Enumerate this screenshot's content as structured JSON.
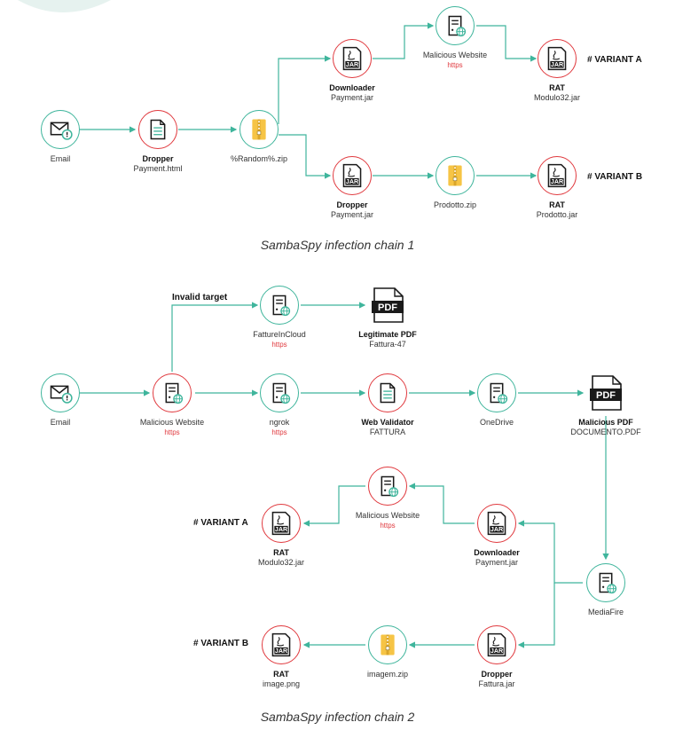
{
  "colors": {
    "teal": "#3fb59c",
    "red": "#e0393e",
    "link_red": "#e0393e",
    "folder_yellow": "#f6c445",
    "icon_dark": "#1a1a1a"
  },
  "chain1": {
    "caption": "SambaSpy infection chain 1",
    "nodes": [
      {
        "id": "email",
        "icon": "mail-alert-icon",
        "border": "teal",
        "title": "",
        "subtitle": "Email",
        "link": ""
      },
      {
        "id": "dropper-html",
        "icon": "document-icon",
        "border": "red",
        "title": "Dropper",
        "subtitle": "Payment.html",
        "link": ""
      },
      {
        "id": "random-zip",
        "icon": "zip-folder-icon",
        "border": "teal",
        "title": "",
        "subtitle": "%Random%.zip",
        "link": ""
      },
      {
        "id": "downloader",
        "icon": "jar-file-icon",
        "border": "red",
        "title": "Downloader",
        "subtitle": "Payment.jar",
        "link": ""
      },
      {
        "id": "malicious-website-a",
        "icon": "web-server-icon",
        "border": "teal",
        "title": "",
        "subtitle": "Malicious Website",
        "link": "https"
      },
      {
        "id": "rat-a",
        "icon": "jar-file-icon",
        "border": "red",
        "title": "RAT",
        "subtitle": "Modulo32.jar",
        "link": ""
      },
      {
        "id": "dropper-jar",
        "icon": "jar-file-icon",
        "border": "red",
        "title": "Dropper",
        "subtitle": "Payment.jar",
        "link": ""
      },
      {
        "id": "prodotto-zip",
        "icon": "zip-folder-icon",
        "border": "teal",
        "title": "",
        "subtitle": "Prodotto.zip",
        "link": ""
      },
      {
        "id": "rat-b",
        "icon": "jar-file-icon",
        "border": "red",
        "title": "RAT",
        "subtitle": "Prodotto.jar",
        "link": ""
      }
    ],
    "variants": [
      {
        "id": "variant-a",
        "label": "# VARIANT A"
      },
      {
        "id": "variant-b",
        "label": "# VARIANT B"
      }
    ]
  },
  "chain2": {
    "caption": "SambaSpy infection chain 2",
    "invalid_target": "Invalid target",
    "nodes": [
      {
        "id": "email",
        "icon": "mail-alert-icon",
        "border": "teal",
        "title": "",
        "subtitle": "Email",
        "link": ""
      },
      {
        "id": "malicious-website",
        "icon": "web-server-icon",
        "border": "red",
        "title": "",
        "subtitle": "Malicious Website",
        "link": "https"
      },
      {
        "id": "fattureincloud",
        "icon": "web-server-icon",
        "border": "teal",
        "title": "",
        "subtitle": "FattureInCloud",
        "link": "https"
      },
      {
        "id": "legit-pdf",
        "icon": "pdf-icon",
        "border": "none",
        "title": "Legitimate PDF",
        "subtitle": "Fattura-47",
        "link": ""
      },
      {
        "id": "ngrok",
        "icon": "web-server-icon",
        "border": "teal",
        "title": "",
        "subtitle": "ngrok",
        "link": "https"
      },
      {
        "id": "web-validator",
        "icon": "document-icon",
        "border": "red",
        "title": "Web Validator",
        "subtitle": "FATTURA",
        "link": ""
      },
      {
        "id": "onedrive",
        "icon": "web-server-icon",
        "border": "teal",
        "title": "",
        "subtitle": "OneDrive",
        "link": ""
      },
      {
        "id": "malicious-pdf",
        "icon": "pdf-icon",
        "border": "none",
        "title": "Malicious PDF",
        "subtitle": "DOCUMENTO.PDF",
        "link": ""
      },
      {
        "id": "mediafire",
        "icon": "web-server-icon",
        "border": "teal",
        "title": "",
        "subtitle": "MediaFire",
        "link": ""
      },
      {
        "id": "downloader",
        "icon": "jar-file-icon",
        "border": "red",
        "title": "Downloader",
        "subtitle": "Payment.jar",
        "link": ""
      },
      {
        "id": "malicious-website-2",
        "icon": "web-server-icon",
        "border": "red",
        "title": "",
        "subtitle": "Malicious Website",
        "link": "https"
      },
      {
        "id": "rat-a",
        "icon": "jar-file-icon",
        "border": "red",
        "title": "RAT",
        "subtitle": "Modulo32.jar",
        "link": ""
      },
      {
        "id": "dropper",
        "icon": "jar-file-icon",
        "border": "red",
        "title": "Dropper",
        "subtitle": "Fattura.jar",
        "link": ""
      },
      {
        "id": "imagem-zip",
        "icon": "zip-folder-icon",
        "border": "teal",
        "title": "",
        "subtitle": "imagem.zip",
        "link": ""
      },
      {
        "id": "rat-b",
        "icon": "jar-file-icon",
        "border": "red",
        "title": "RAT",
        "subtitle": "image.png",
        "link": ""
      }
    ],
    "variants": [
      {
        "id": "variant-a",
        "label": "# VARIANT A"
      },
      {
        "id": "variant-b",
        "label": "# VARIANT B"
      }
    ]
  }
}
